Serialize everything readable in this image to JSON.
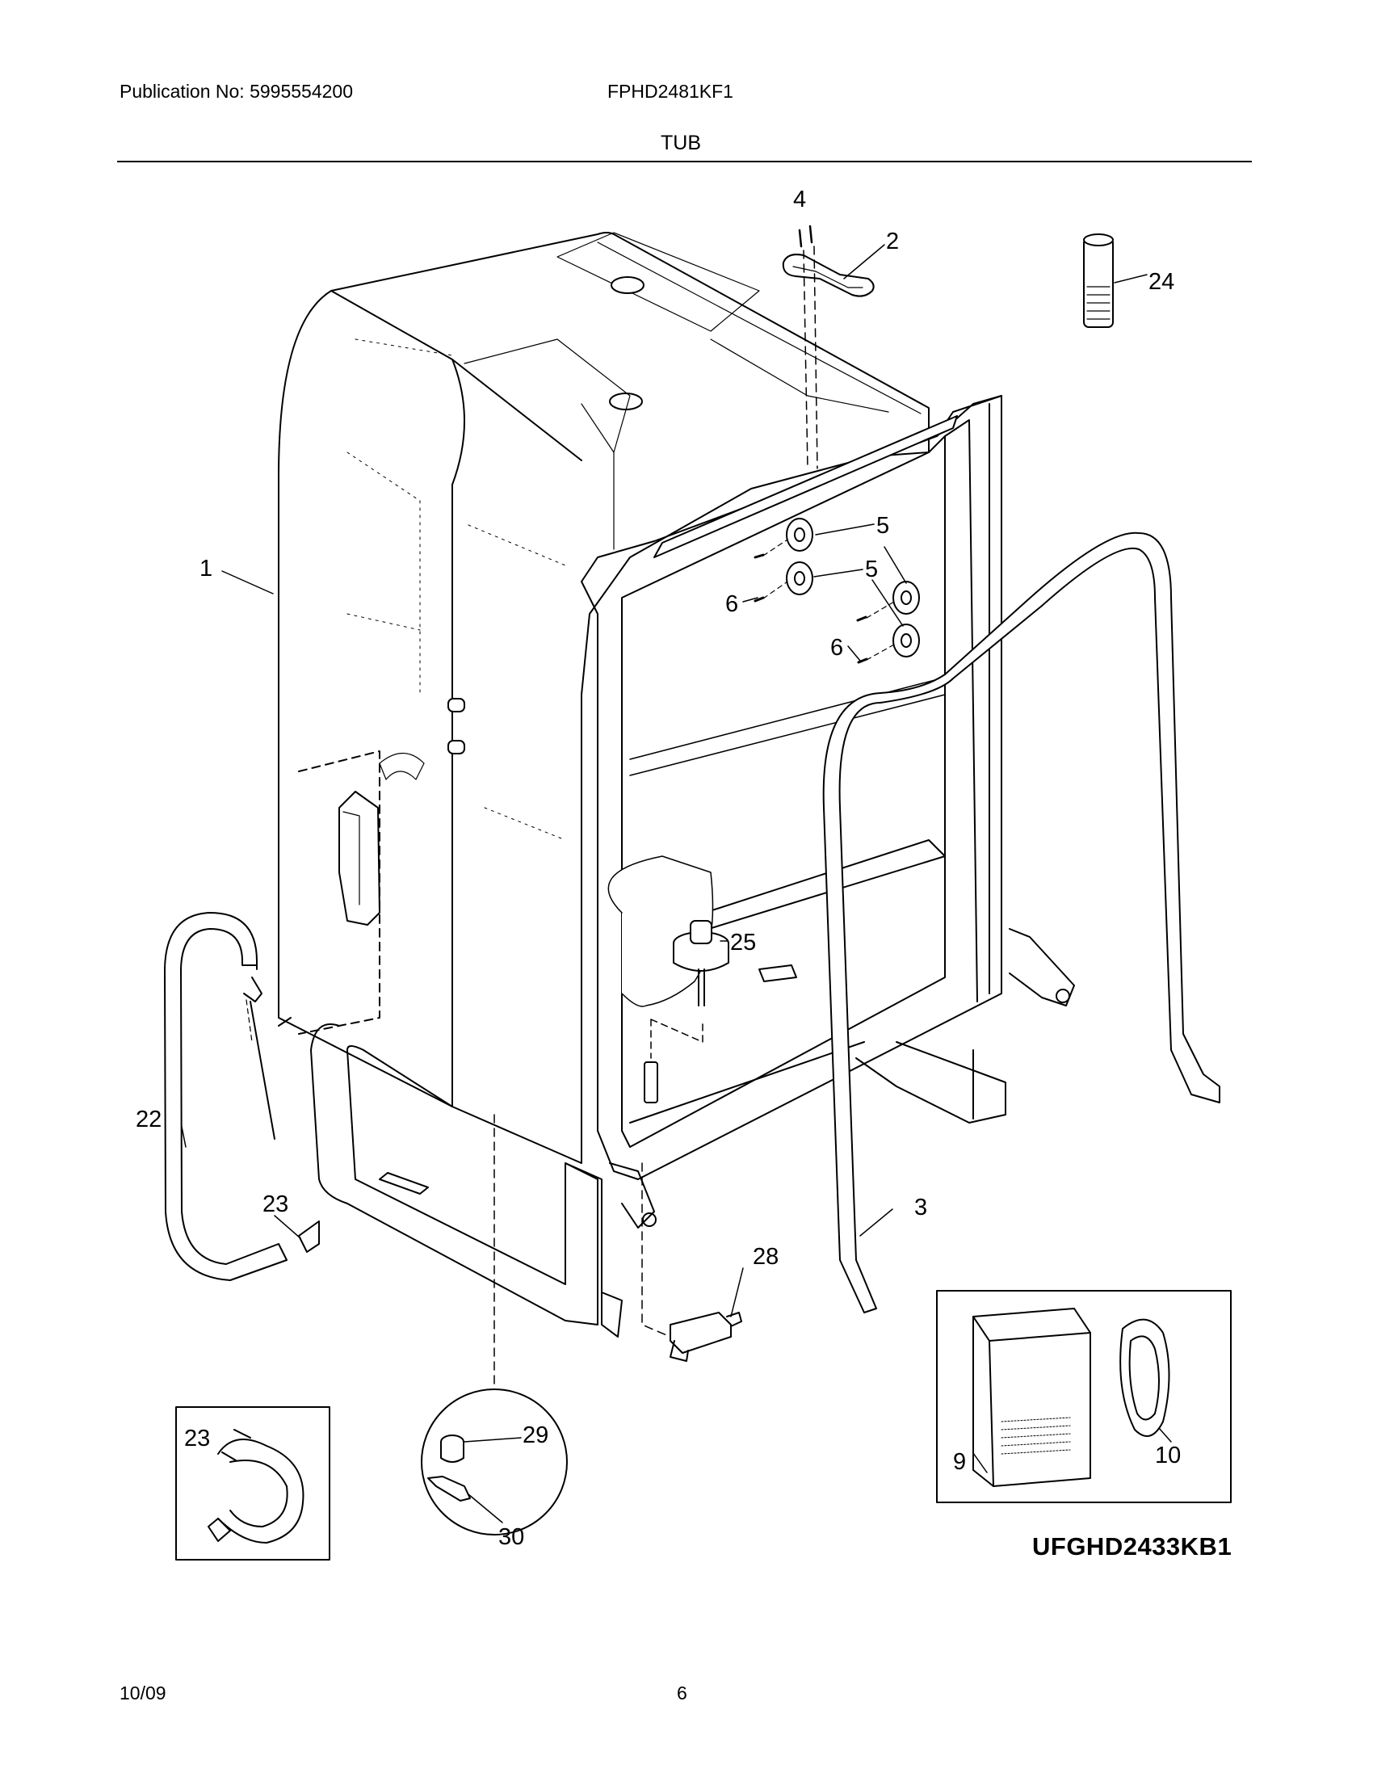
{
  "header": {
    "publication": "Publication No: 5995554200",
    "model": "FPHD2481KF1",
    "section_title": "TUB"
  },
  "callouts": [
    "1",
    "2",
    "3",
    "4",
    "5",
    "5",
    "6",
    "6",
    "9",
    "10",
    "22",
    "23",
    "23",
    "24",
    "25",
    "28",
    "29",
    "30"
  ],
  "drawing_id": "UFGHD2433KB1",
  "footer": {
    "date": "10/09",
    "page_number": "6"
  }
}
